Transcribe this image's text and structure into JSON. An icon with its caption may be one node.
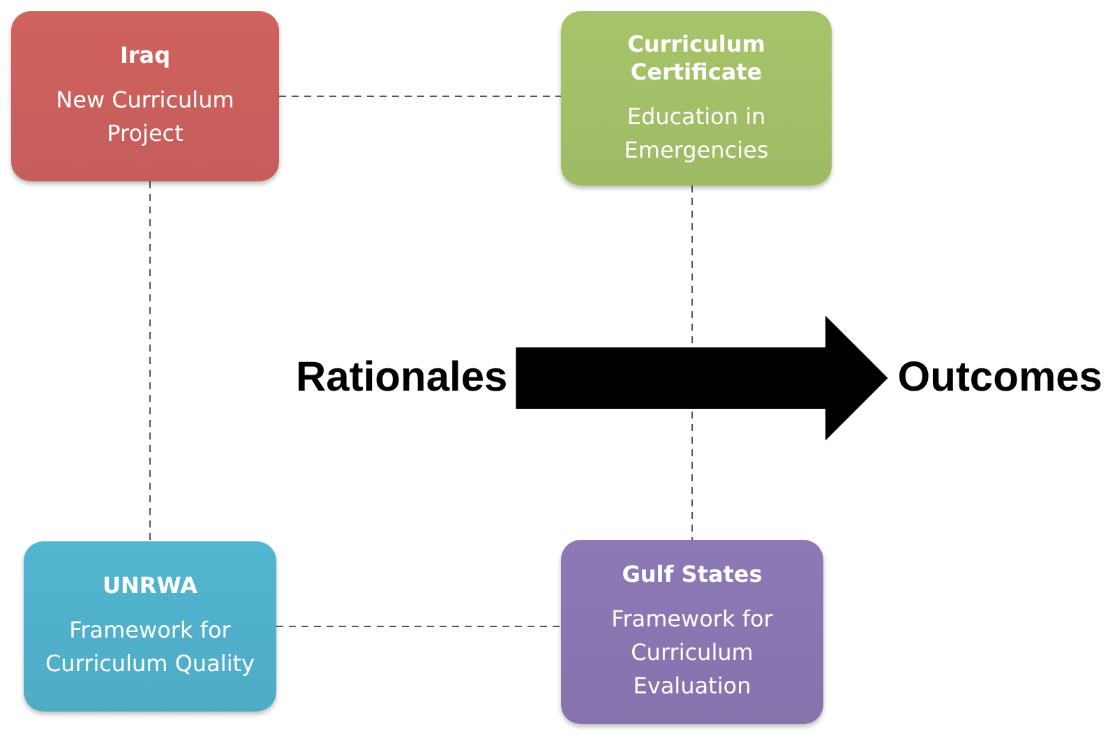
{
  "diagram": {
    "nodes": [
      {
        "text": [
          "Iraq",
          "New Curriculum Project"
        ]
      },
      {
        "text": [
          "Curriculum Certificate",
          "Education in Emergencies"
        ]
      },
      {
        "text": [
          "Rationales"
        ]
      },
      {
        "text": [
          "Outcomes"
        ]
      },
      {
        "text": [
          "UNRWA",
          "Framework for Curriculum Quality"
        ]
      },
      {
        "text": [
          "Gulf States",
          "Framework for Curriculum Evaluation"
        ]
      }
    ],
    "edges": [
      {
        "from": 0,
        "to": 1,
        "arrow": "none",
        "style": "dashed"
      },
      {
        "from": 0,
        "to": 4,
        "arrow": "none",
        "style": "dashed"
      },
      {
        "from": 1,
        "to": 5,
        "arrow": "none",
        "style": "dashed"
      },
      {
        "from": 4,
        "to": 5,
        "arrow": "none",
        "style": "dashed"
      },
      {
        "from": 2,
        "to": 3,
        "arrow": "to",
        "style": "thick"
      }
    ]
  }
}
